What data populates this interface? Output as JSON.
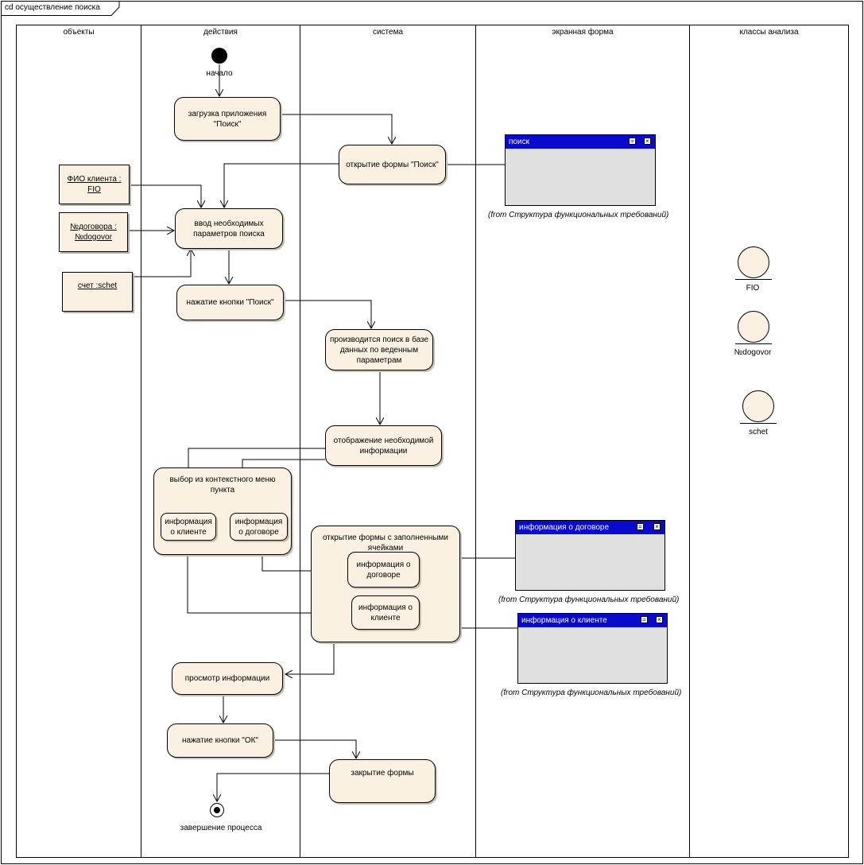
{
  "frame": {
    "title": "cd осуществление поиска"
  },
  "lanes": [
    "объекты",
    "действия",
    "система",
    "экранная форма",
    "классы анализа"
  ],
  "start": {
    "label": "начало"
  },
  "end": {
    "label": "завершение процесса"
  },
  "actions": {
    "load_app": "загрузка приложения \"Поиск\"",
    "open_search_form": "открытие формы \"Поиск\"",
    "enter_params": "ввод необходимых параметров поиска",
    "press_search": "нажатие кнопки \"Поиск\"",
    "db_search": "производится поиск в базе данных по веденным параметрам",
    "display_info": "отображение необходимой информации",
    "context_menu": "выбор из контекстного меню пункта",
    "ctx_client": "информация о клиенте",
    "ctx_contract": "информация о договоре",
    "open_filled_form": "открытие формы с заполненными ячейками",
    "form_contract": "информация о договоре",
    "form_client": "информация о клиенте",
    "view_info": "просмотр информации",
    "press_ok": "нажатие кнопки \"ОК\"",
    "close_form": "закрытие формы"
  },
  "objects": {
    "fio_line1": "ФИО клиента :",
    "fio_line2": "FIO",
    "contract_line1": "№договора :",
    "contract_line2": "№dogovor",
    "account": "счет :schet"
  },
  "screens": {
    "search": "поиск",
    "contract": "информация о договоре",
    "client": "информация о клиенте",
    "source_note": "(from Структура функциональных требований)"
  },
  "entities": [
    "FIO",
    "№dogovor",
    "schet"
  ]
}
